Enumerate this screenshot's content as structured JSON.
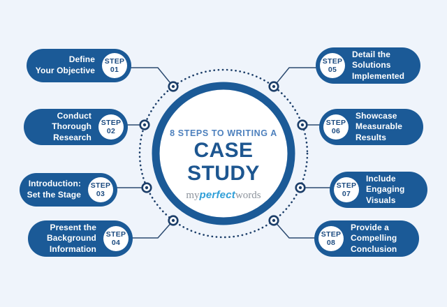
{
  "center": {
    "title_line1": "8 STEPS TO WRITING A",
    "title_line2": "CASE STUDY",
    "logo": {
      "prefix": "my",
      "middle": "perfect",
      "suffix": "words"
    }
  },
  "steps": [
    {
      "badge_word": "STEP",
      "number": "01",
      "label": "Define\nYour Objective"
    },
    {
      "badge_word": "STEP",
      "number": "02",
      "label": "Conduct\nThorough\nResearch"
    },
    {
      "badge_word": "STEP",
      "number": "03",
      "label": "Introduction:\nSet the Stage"
    },
    {
      "badge_word": "STEP",
      "number": "04",
      "label": "Present the\nBackground\nInformation"
    },
    {
      "badge_word": "STEP",
      "number": "05",
      "label": "Detail the\nSolutions\nImplemented"
    },
    {
      "badge_word": "STEP",
      "number": "06",
      "label": "Showcase\nMeasurable\nResults"
    },
    {
      "badge_word": "STEP",
      "number": "07",
      "label": "Include\nEngaging\nVisuals"
    },
    {
      "badge_word": "STEP",
      "number": "08",
      "label": "Provide a\nCompelling\nConclusion"
    }
  ],
  "colors": {
    "pill_blue": "#1b5a97",
    "ring_navy": "#1c3e69",
    "connector_navy": "#2b4a70",
    "badge_text_blue": "#1c4b80",
    "title_light_blue": "#4d80bd",
    "title_dark_blue": "#1d5690",
    "logo_blue": "#2f9fd8",
    "logo_gray": "#8d949d",
    "background": "#eff4fb",
    "circle_fill": "#ffffff"
  }
}
